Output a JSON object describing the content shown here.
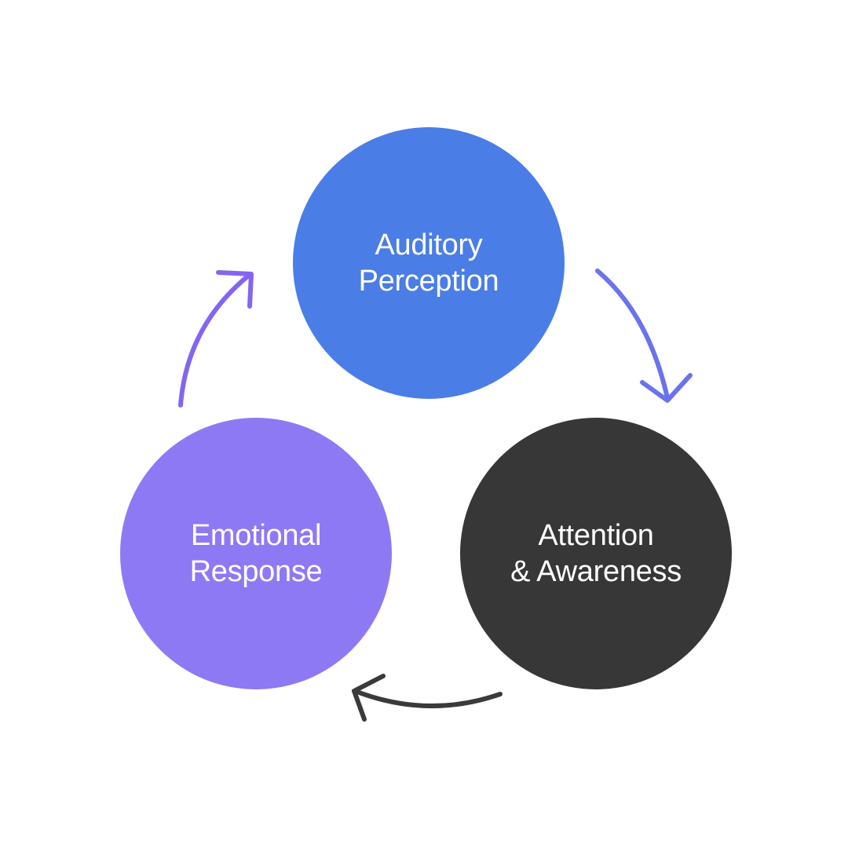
{
  "diagram": {
    "nodes": [
      {
        "id": "auditory-perception",
        "lines": [
          "Auditory",
          "Perception"
        ],
        "color": "#4A7DE6",
        "text_color": "#FFFFFF"
      },
      {
        "id": "attention-awareness",
        "lines": [
          "Attention",
          "& Awareness"
        ],
        "color": "#373737",
        "text_color": "#FFFFFF"
      },
      {
        "id": "emotional-response",
        "lines": [
          "Emotional",
          "Response"
        ],
        "color": "#8E79F5",
        "text_color": "#FFFFFF"
      }
    ],
    "arrows": [
      {
        "from": "auditory-perception",
        "to": "attention-awareness",
        "color": "#6B72EE"
      },
      {
        "from": "attention-awareness",
        "to": "emotional-response",
        "color": "#3A3A3A"
      },
      {
        "from": "emotional-response",
        "to": "auditory-perception",
        "color": "#8465F2"
      }
    ],
    "background": "#FFFFFF"
  }
}
